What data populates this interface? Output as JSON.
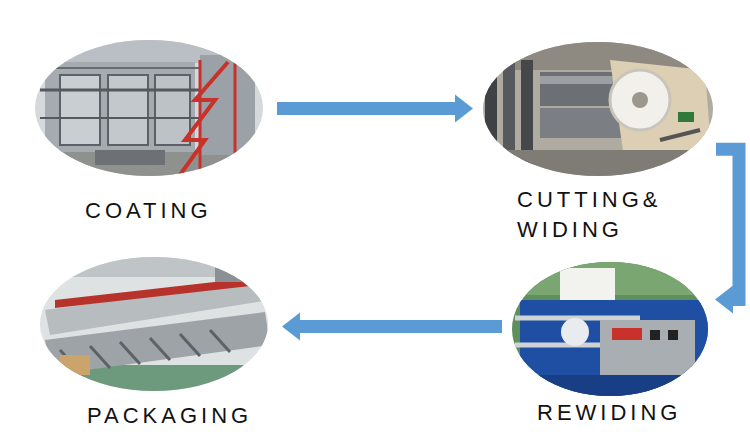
{
  "diagram": {
    "nodes": [
      {
        "text": [
          "COATING"
        ]
      },
      {
        "text": [
          "CUTTING& WIDING"
        ]
      },
      {
        "text": [
          "REWIDING"
        ]
      },
      {
        "text": [
          "PACKAGING"
        ]
      }
    ],
    "edges": [
      {
        "from": 0,
        "to": 1,
        "arrow": "to"
      },
      {
        "from": 1,
        "to": 2,
        "arrow": "to"
      },
      {
        "from": 2,
        "to": 3,
        "arrow": "to"
      }
    ]
  }
}
